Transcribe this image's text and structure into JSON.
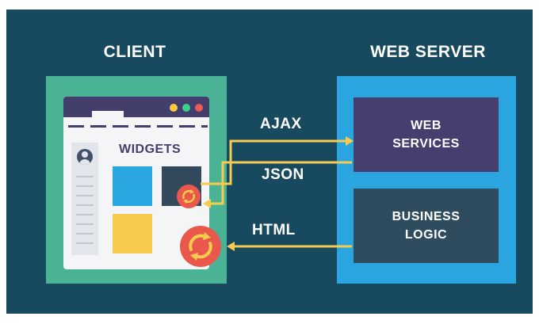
{
  "client": {
    "title": "CLIENT",
    "widgets_label": "WIDGETS"
  },
  "server": {
    "title": "WEB SERVER",
    "web_services": [
      "WEB",
      "SERVICES"
    ],
    "business_logic": [
      "BUSINESS",
      "LOGIC"
    ]
  },
  "arrows": {
    "ajax": "AJAX",
    "json": "JSON",
    "html": "HTML"
  },
  "colors": {
    "background": "#17495f",
    "client_panel": "#4bb395",
    "server_panel": "#2aa5e0",
    "web_services_box": "#453e6f",
    "business_logic_box": "#2f4c5f",
    "arrow": "#f7cc4e",
    "sync_icon": "#e9584a"
  },
  "icons": [
    "user-avatar-icon",
    "sync-icon"
  ]
}
